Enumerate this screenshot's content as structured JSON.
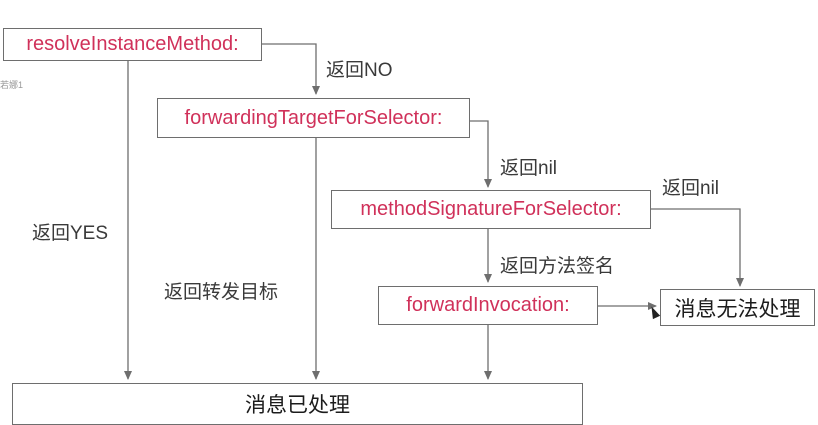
{
  "nodes": {
    "resolve": "resolveInstanceMethod:",
    "forwarding_target": "forwardingTargetForSelector:",
    "method_signature": "methodSignatureForSelector:",
    "forward_invocation": "forwardInvocation:",
    "cannot_handle": "消息无法处理",
    "handled": "消息已处理"
  },
  "edge_labels": {
    "return_no": "返回NO",
    "return_yes": "返回YES",
    "return_nil_1": "返回nil",
    "return_nil_2": "返回nil",
    "return_forward_target": "返回转发目标",
    "return_method_signature": "返回方法签名"
  },
  "watermark": {
    "left_mark": "若娜1"
  },
  "colors": {
    "method_text": "#d0315a",
    "result_text": "#1c1c1c",
    "label_text": "#3a3a3a",
    "line": "#6e6e6e"
  }
}
